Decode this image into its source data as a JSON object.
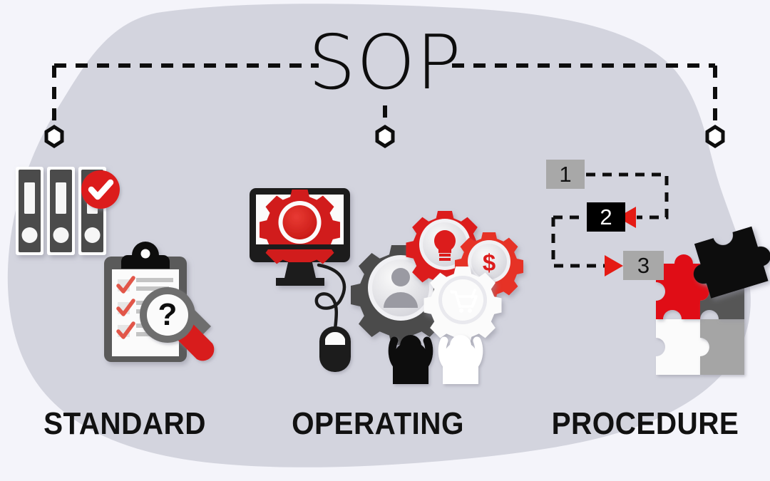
{
  "title": {
    "text": "SOP"
  },
  "words": {
    "standard": "STANDARD",
    "operating": "OPERATING",
    "procedure": "PROCEDURE"
  },
  "flow": {
    "steps": [
      {
        "label": "1",
        "style": "gray"
      },
      {
        "label": "2",
        "style": "black"
      },
      {
        "label": "3",
        "style": "gray"
      }
    ]
  },
  "icons": {
    "binders": "binders-icon",
    "check_badge": "check-badge-icon",
    "clipboard": "clipboard-checklist-icon",
    "magnifier": "magnifier-question-icon",
    "monitor": "monitor-gear-icon",
    "mouse": "computer-mouse-icon",
    "gear_person": "gear-person-icon",
    "gear_bulb": "gear-lightbulb-icon",
    "gear_dollar": "gear-dollar-icon",
    "gear_cart": "gear-shopping-cart-icon",
    "person_dark": "celebrating-person-dark-icon",
    "person_light": "celebrating-person-light-icon",
    "puzzle": "puzzle-pieces-icon",
    "connector": "hexagon-connector-icon",
    "arrow": "arrow-marker-icon"
  },
  "colors": {
    "page_background": "#f4f4fa",
    "blob": "#d3d4de",
    "accent_red": "#dc1c1c",
    "dark": "#000000",
    "dark_gray": "#4b4b4b",
    "mid_gray": "#808080",
    "light_gray": "#a8a8a8",
    "white": "#ffffff"
  }
}
